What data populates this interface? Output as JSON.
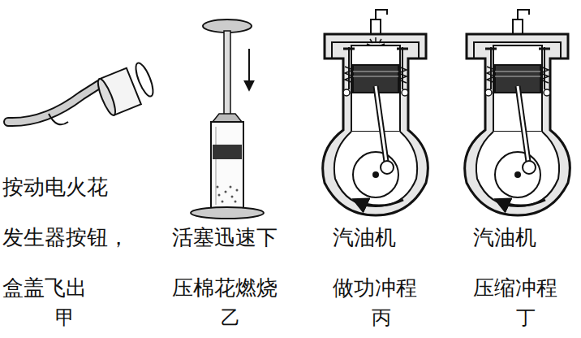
{
  "diagram": {
    "labels": [
      "按动电火花",
      "发生器按钮，",
      "盒盖飞出",
      "甲",
      "活塞迅速下",
      "压棉花燃烧",
      "乙",
      "汽油机",
      "做功冲程",
      "丙",
      "汽油机",
      "压缩冲程",
      "丁"
    ]
  }
}
